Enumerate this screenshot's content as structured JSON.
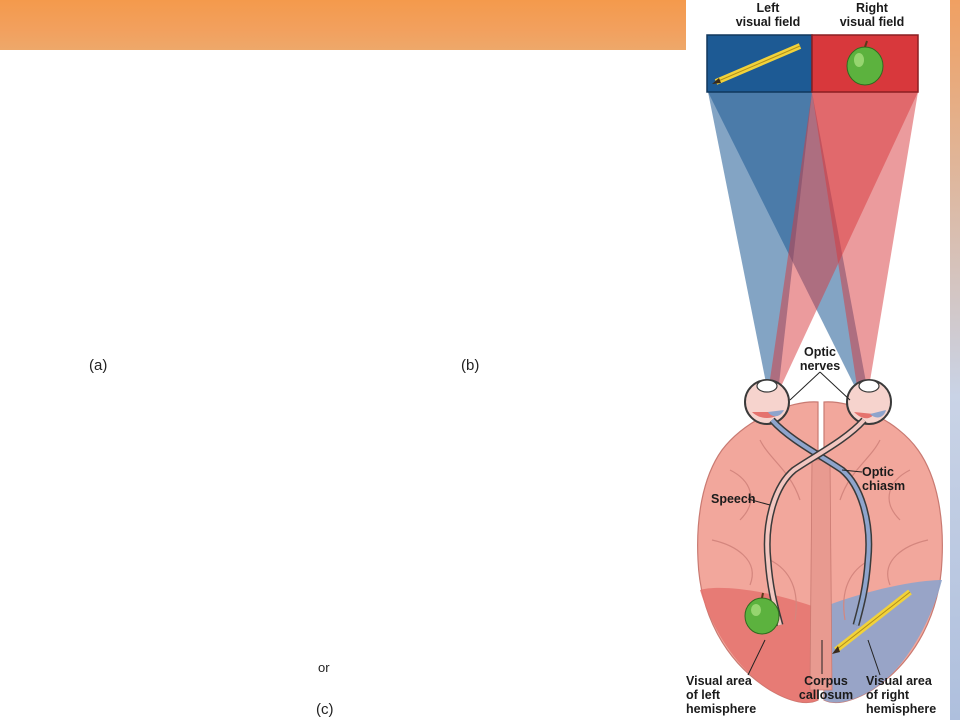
{
  "panels": {
    "a": "(a)",
    "b": "(b)",
    "c": "(c)",
    "or": "or"
  },
  "figure": {
    "left_visual_field": "Left\nvisual field",
    "right_visual_field": "Right\nvisual field",
    "optic_nerves": "Optic\nnerves",
    "optic_chiasm": "Optic\nchiasm",
    "speech": "Speech",
    "visual_area_left": "Visual area\nof left\nhemisphere",
    "corpus_callosum": "Corpus\ncallosum",
    "visual_area_right": "Visual area\nof right\nhemisphere",
    "left_field_object": "pencil-icon",
    "right_field_object": "apple-icon"
  },
  "colors": {
    "header": "#f49a4c",
    "left_field": "#1d5a94",
    "right_field": "#d8383c",
    "brain": "#f0a49a"
  }
}
